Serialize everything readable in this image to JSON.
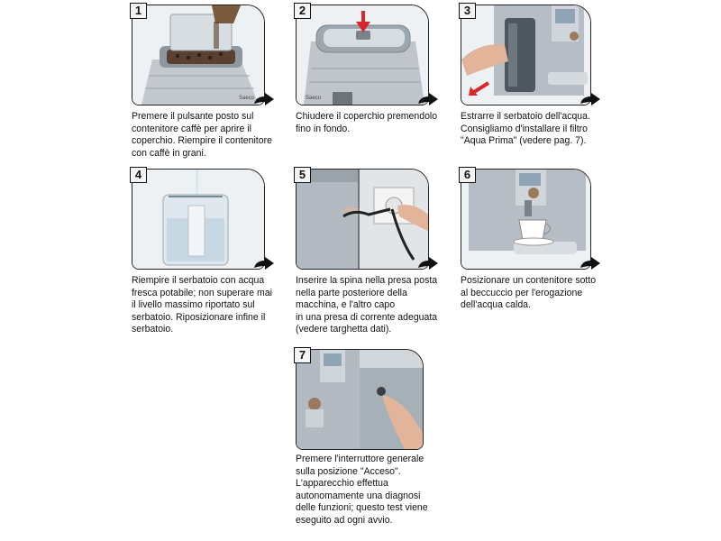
{
  "steps": [
    {
      "number": "1",
      "text": "Premere il pulsante posto sul\ncontenitore caffè per aprire il\ncoperchio. Riempire il contenitore\ncon caffè in grani."
    },
    {
      "number": "2",
      "text": "Chiudere il coperchio premendolo\nfino in fondo."
    },
    {
      "number": "3",
      "text": "Estrarre il serbatoio dell'acqua.\nConsigliamo d'installare il filtro\n\"Aqua Prima\" (vedere pag. 7)."
    },
    {
      "number": "4",
      "text": "Riempire il serbatoio con acqua\nfresca potabile; non superare mai\nil livello massimo riportato sul\nserbatoio. Riposizionare infine il\nserbatoio."
    },
    {
      "number": "5",
      "text": "Inserire la spina nella presa posta\nnella parte posteriore della\nmacchina, e l'altro capo\nin una presa di corrente adeguata\n(vedere targhetta dati)."
    },
    {
      "number": "6",
      "text": "Posizionare un contenitore sotto\nal beccuccio per l'erogazione\ndell'acqua calda."
    },
    {
      "number": "7",
      "text": "Premere l'interruttore generale\nsulla posizione \"Acceso\".\nL'apparecchio effettua\nautonomamente una diagnosi\ndelle funzioni; questo test viene\neseguito ad ogni avvio."
    }
  ],
  "brand_mark": "Saeco",
  "colors": {
    "frame": "#222222",
    "machine": "#b9c0c8",
    "accent_red": "#d8262a"
  }
}
